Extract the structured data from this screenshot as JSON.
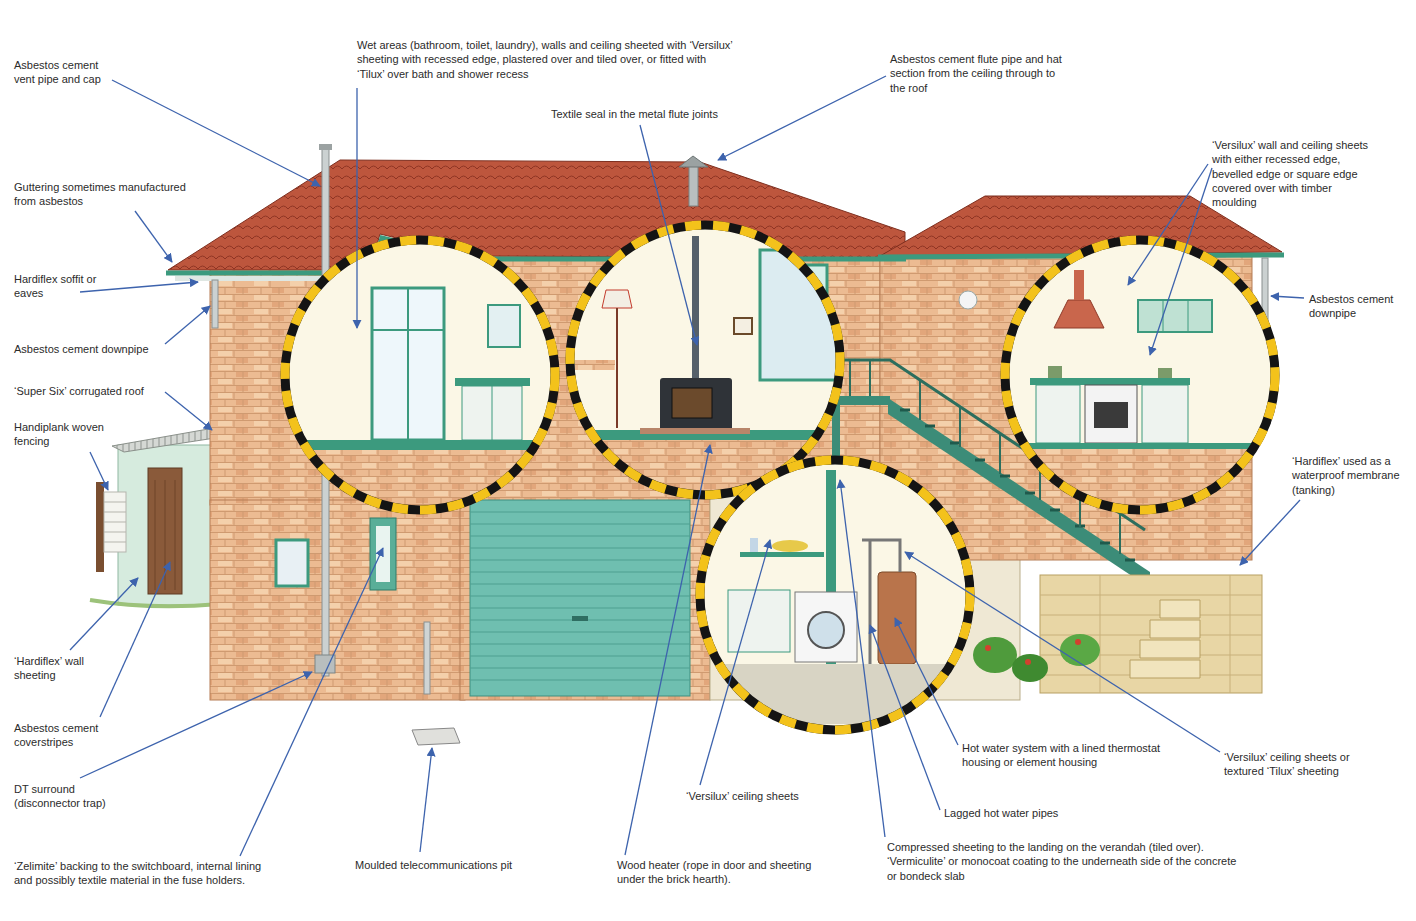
{
  "diagram": {
    "labels": [
      "Asbestos cement vent pipe and cap",
      "Wet areas (bathroom, toilet, laundry), walls and ceiling sheeted with ‘Versilux’ sheeting with recessed edge, plastered over and tiled over, or fitted with ‘Tilux’ over bath and shower recess",
      "Asbestos cement flute pipe and hat section from the ceiling through to the roof",
      "Textile seal in the metal flute joints",
      "‘Versilux’ wall and ceiling sheets with either recessed edge, bevelled edge or square edge covered over with timber moulding",
      "Guttering sometimes manufactured from asbestos",
      "Hardiflex soffit or eaves",
      "Asbestos cement downpipe",
      "Asbestos cement downpipe",
      "‘Super Six’ corrugated roof",
      "Handiplank woven fencing",
      "‘Hardiflex’ used as a waterproof membrane (tanking)",
      "‘Hardiflex’ wall sheeting",
      "Asbestos cement coverstripes",
      "DT surround (disconnector trap)",
      "Hot water system with a lined thermostat housing or element housing",
      "‘Versilux’ ceiling sheets or textured ‘Tilux’ sheeting",
      "‘Versilux’ ceiling sheets",
      "Lagged hot water pipes",
      "Compressed sheeting to the landing on the verandah (tiled over). ‘Vermiculite’ or monocoat coating to the underneath side of the concrete or bondeck slab",
      "‘Zelimite’ backing to the switchboard, internal lining and possibly textile material in the fuse holders.",
      "Moulded telecommunications pit",
      "Wood heater (rope in door and sheeting under the brick hearth)."
    ]
  }
}
